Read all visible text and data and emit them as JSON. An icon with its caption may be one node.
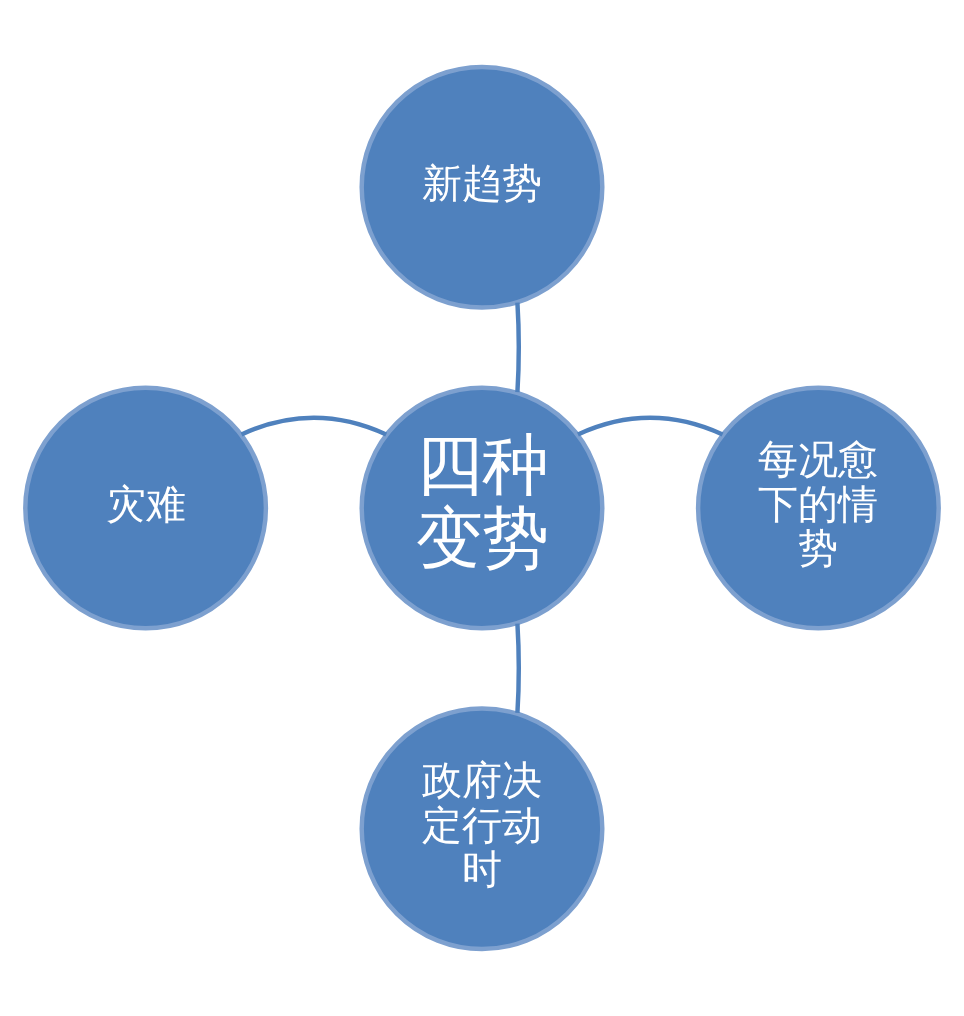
{
  "diagram": {
    "nodes": [
      {
        "text": [
          "新趋势"
        ]
      },
      {
        "text": [
          "灾难"
        ]
      },
      {
        "text": [
          "四种变势"
        ]
      },
      {
        "text": [
          "每况愈下的情势"
        ]
      },
      {
        "text": [
          "政府决定行动时"
        ]
      }
    ],
    "edges": [
      {
        "from": 2,
        "to": 0,
        "arrow": "none"
      },
      {
        "from": 2,
        "to": 1,
        "arrow": "none"
      },
      {
        "from": 2,
        "to": 3,
        "arrow": "none"
      },
      {
        "from": 2,
        "to": 4,
        "arrow": "none"
      }
    ]
  }
}
